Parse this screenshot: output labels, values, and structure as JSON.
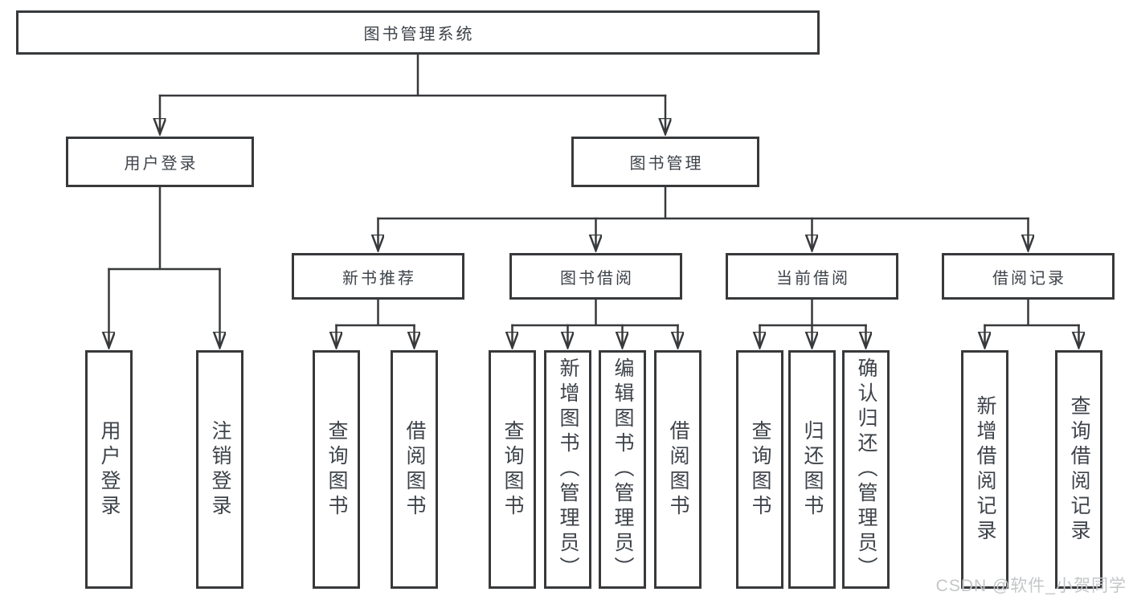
{
  "diagram": {
    "root": {
      "label": "图书管理系统"
    },
    "branches": [
      {
        "label": "用户登录",
        "children": [
          {
            "label": "用户登录"
          },
          {
            "label": "注销登录"
          }
        ]
      },
      {
        "label": "图书管理",
        "children": [
          {
            "label": "新书推荐",
            "children": [
              {
                "label": "查询图书"
              },
              {
                "label": "借阅图书"
              }
            ]
          },
          {
            "label": "图书借阅",
            "children": [
              {
                "label": "查询图书"
              },
              {
                "label": "新增图书（管理员）"
              },
              {
                "label": "编辑图书（管理员）"
              },
              {
                "label": "借阅图书"
              }
            ]
          },
          {
            "label": "当前借阅",
            "children": [
              {
                "label": "查询图书"
              },
              {
                "label": "归还图书"
              },
              {
                "label": "确认归还（管理员）"
              }
            ]
          },
          {
            "label": "借阅记录",
            "children": [
              {
                "label": "新增借阅记录"
              },
              {
                "label": "查询借阅记录"
              }
            ]
          }
        ]
      }
    ]
  },
  "watermark": {
    "text": "CSDN @软件_小贺同学"
  },
  "colors": {
    "line": "#37393b",
    "box_border": "#37393b",
    "text": "#3e434a",
    "watermark": "#c4c6c8",
    "background": "#ffffff"
  }
}
